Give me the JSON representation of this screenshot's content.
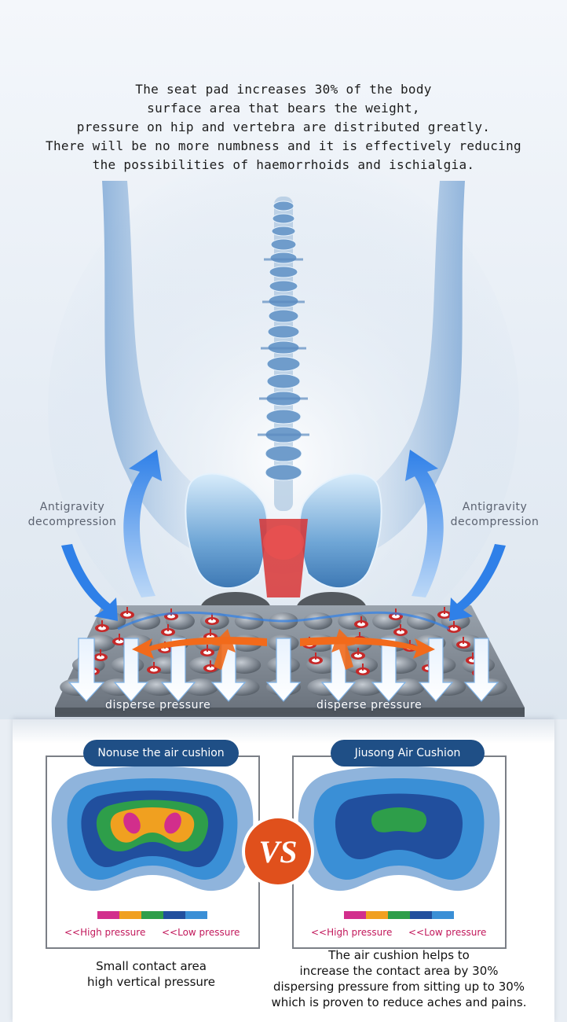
{
  "headline": {
    "lines": [
      "The seat pad increases 30% of the body",
      "surface area that bears the weight,",
      "pressure on hip and vertebra are distributed greatly.",
      "There will be no more numbness and it is effectively reducing",
      "the possibilities of haemorrhoids and ischialgia."
    ]
  },
  "labels": {
    "left": {
      "line1": "Antigravity",
      "line2": "decompression"
    },
    "right": {
      "line1": "Antigravity",
      "line2": "decompression"
    },
    "disperse_left": "disperse pressure",
    "disperse_right": "disperse pressure"
  },
  "comparison": {
    "left": {
      "title": "Nonuse the air cushion",
      "legend_high": "<<High pressure",
      "legend_low": "<<Low pressure",
      "caption": [
        "Small contact area",
        "high vertical pressure"
      ]
    },
    "vs": "VS",
    "right": {
      "title": "Jiusong Air Cushion",
      "legend_high": "<<High pressure",
      "legend_low": "<<Low pressure",
      "caption": [
        "The air cushion helps to",
        "increase the contact area by 30%",
        "dispersing pressure from sitting up to 30%",
        "which is proven to reduce aches and pains."
      ]
    }
  },
  "colors": {
    "pill": "#1f4f86",
    "vs_badge": "#e0501c",
    "high_pressure": "#d22e8c",
    "pressure_scale": [
      "#d22e8c",
      "#f0a020",
      "#2e9e4a",
      "#214f9e",
      "#3a8fd6"
    ],
    "arrow_blue": "#2f80e8",
    "arrow_orange": "#f26a1b"
  }
}
